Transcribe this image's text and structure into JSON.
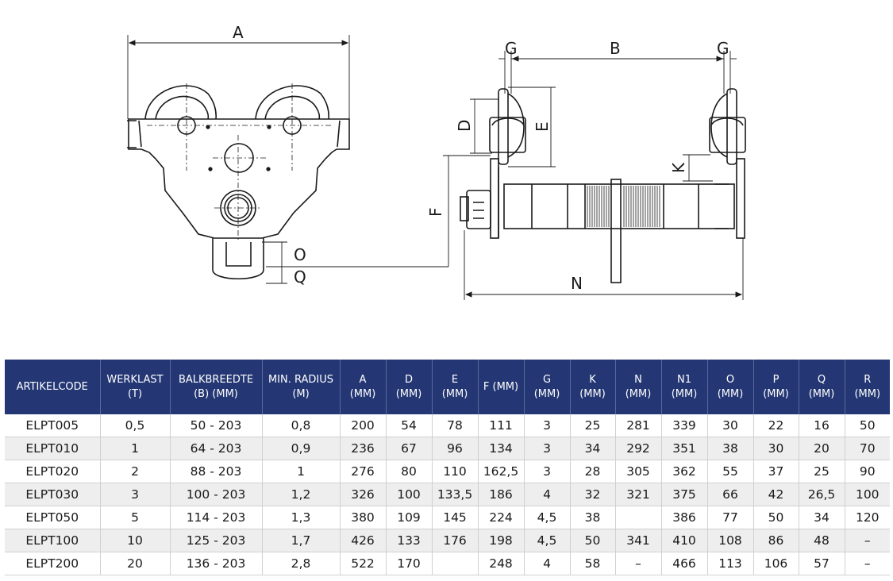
{
  "drawing": {
    "dims_side": {
      "A": "A",
      "O": "O",
      "Q": "Q"
    },
    "dims_front": {
      "G_left": "G",
      "B": "B",
      "G_right": "G",
      "D": "D",
      "E": "E",
      "K": "K",
      "F": "F",
      "N": "N"
    }
  },
  "table": {
    "headers": [
      [
        "ARTIKELCODE"
      ],
      [
        "WERKLAST",
        "(T)"
      ],
      [
        "BALKBREEDTE",
        "(B) (MM)"
      ],
      [
        "MIN. RADIUS",
        "(M)"
      ],
      [
        "A",
        "(MM)"
      ],
      [
        "D",
        "(MM)"
      ],
      [
        "E",
        "(MM)"
      ],
      [
        "F (MM)"
      ],
      [
        "G",
        "(MM)"
      ],
      [
        "K",
        "(MM)"
      ],
      [
        "N",
        "(MM)"
      ],
      [
        "N1",
        "(MM)"
      ],
      [
        "O",
        "(MM)"
      ],
      [
        "P",
        "(MM)"
      ],
      [
        "Q",
        "(MM)"
      ],
      [
        "R",
        "(MM)"
      ]
    ],
    "rows": [
      [
        "ELPT005",
        "0,5",
        "50 - 203",
        "0,8",
        "200",
        "54",
        "78",
        "111",
        "3",
        "25",
        "281",
        "339",
        "30",
        "22",
        "16",
        "50"
      ],
      [
        "ELPT010",
        "1",
        "64 - 203",
        "0,9",
        "236",
        "67",
        "96",
        "134",
        "3",
        "34",
        "292",
        "351",
        "38",
        "30",
        "20",
        "70"
      ],
      [
        "ELPT020",
        "2",
        "88 - 203",
        "1",
        "276",
        "80",
        "110",
        "162,5",
        "3",
        "28",
        "305",
        "362",
        "55",
        "37",
        "25",
        "90"
      ],
      [
        "ELPT030",
        "3",
        "100 - 203",
        "1,2",
        "326",
        "100",
        "133,5",
        "186",
        "4",
        "32",
        "321",
        "375",
        "66",
        "42",
        "26,5",
        "100"
      ],
      [
        "ELPT050",
        "5",
        "114 - 203",
        "1,3",
        "380",
        "109",
        "145",
        "224",
        "4,5",
        "38",
        "",
        "386",
        "77",
        "50",
        "34",
        "120"
      ],
      [
        "ELPT100",
        "10",
        "125 - 203",
        "1,7",
        "426",
        "133",
        "176",
        "198",
        "4,5",
        "50",
        "341",
        "410",
        "108",
        "86",
        "48",
        "–"
      ],
      [
        "ELPT200",
        "20",
        "136 - 203",
        "2,8",
        "522",
        "170",
        "",
        "248",
        "4",
        "58",
        "–",
        "466",
        "113",
        "106",
        "57",
        "–"
      ]
    ]
  },
  "colors": {
    "header_bg": "#243774",
    "header_text": "#ffffff",
    "row_alt": "#eeeeee"
  }
}
